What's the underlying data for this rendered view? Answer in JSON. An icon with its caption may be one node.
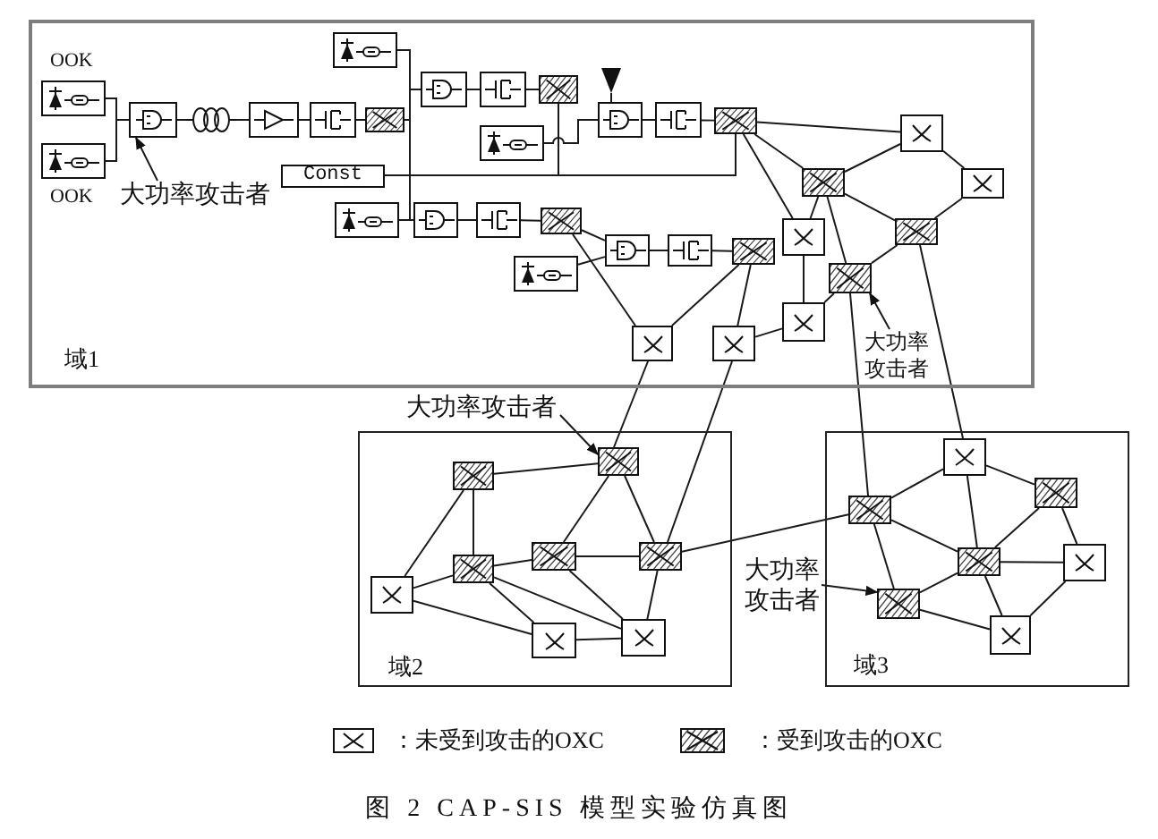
{
  "diagram": {
    "caption": "图 2 CAP-SIS 模型实验仿真图",
    "nodes": [
      {
        "text": [
          "域1"
        ]
      },
      {
        "text": [],
        "shape": "box",
        "in": 0,
        "beside": [
          "OOK"
        ]
      },
      {
        "text": [],
        "shape": "box",
        "in": 0,
        "beside": [
          "OOK"
        ]
      },
      {
        "text": [],
        "shape": "box",
        "in": 0
      },
      {
        "text": [],
        "shape": "coil",
        "in": 0
      },
      {
        "text": [],
        "shape": "box",
        "in": 0
      },
      {
        "text": [],
        "shape": "box",
        "in": 0
      },
      {
        "text": [],
        "shape": "box",
        "in": 0
      },
      {
        "text": [],
        "shape": "box",
        "in": 0
      },
      {
        "text": [],
        "shape": "box",
        "in": 0
      },
      {
        "text": [],
        "shape": "box",
        "in": 0
      },
      {
        "text": [],
        "shape": "box",
        "in": 0
      },
      {
        "text": [],
        "shape": "box",
        "in": 0
      },
      {
        "text": [
          "Const"
        ],
        "in": 0
      },
      {
        "text": [
          "大功率攻击者"
        ],
        "in": 0
      },
      {
        "text": [],
        "shape": "triangle",
        "in": 0
      },
      {
        "text": [],
        "shape": "box",
        "in": 0
      },
      {
        "text": [],
        "shape": "box",
        "in": 0
      },
      {
        "text": [],
        "shape": "box",
        "in": 0
      },
      {
        "text": [],
        "shape": "box",
        "in": 0
      },
      {
        "text": [],
        "shape": "box",
        "in": 0
      },
      {
        "text": [],
        "shape": "box",
        "in": 0
      },
      {
        "text": [],
        "shape": "box",
        "in": 0
      },
      {
        "text": [],
        "shape": "box",
        "in": 0
      },
      {
        "text": [],
        "shape": "box",
        "in": 0
      },
      {
        "text": [],
        "shape": "box",
        "in": 0
      },
      {
        "text": [],
        "shape": "box",
        "in": 0
      },
      {
        "text": [],
        "shape": "box",
        "in": 0
      },
      {
        "text": [],
        "shape": "box",
        "in": 0
      },
      {
        "text": [],
        "shape": "box",
        "in": 0
      },
      {
        "text": [],
        "shape": "box",
        "in": 0
      },
      {
        "text": [],
        "shape": "box",
        "in": 0
      },
      {
        "text": [],
        "shape": "box",
        "in": 0
      },
      {
        "text": [],
        "shape": "box",
        "in": 0
      },
      {
        "text": [],
        "shape": "box",
        "in": 0
      },
      {
        "text": [],
        "shape": "box",
        "in": 0
      },
      {
        "text": [
          "大功率攻击者"
        ],
        "in": 0
      },
      {
        "text": [
          "大功率攻击者"
        ]
      },
      {
        "text": [
          "域2"
        ]
      },
      {
        "text": [],
        "shape": "box",
        "in": 38
      },
      {
        "text": [],
        "shape": "box",
        "in": 38
      },
      {
        "text": [],
        "shape": "box",
        "in": 38
      },
      {
        "text": [],
        "shape": "box",
        "in": 38
      },
      {
        "text": [],
        "shape": "box",
        "in": 38
      },
      {
        "text": [],
        "shape": "box",
        "in": 38
      },
      {
        "text": [],
        "shape": "box",
        "in": 38
      },
      {
        "text": [],
        "shape": "box",
        "in": 38
      },
      {
        "text": [
          "大功率攻击者"
        ]
      },
      {
        "text": [
          "域3"
        ]
      },
      {
        "text": [],
        "shape": "box",
        "in": 48
      },
      {
        "text": [],
        "shape": "box",
        "in": 48
      },
      {
        "text": [],
        "shape": "box",
        "in": 48
      },
      {
        "text": [],
        "shape": "box",
        "in": 48
      },
      {
        "text": [],
        "shape": "box",
        "in": 48
      },
      {
        "text": [],
        "shape": "box",
        "in": 48
      },
      {
        "text": [],
        "shape": "box",
        "in": 48
      }
    ],
    "edges": [
      {
        "from": 1,
        "to": 3,
        "arrow": "none"
      },
      {
        "from": 2,
        "to": 3,
        "arrow": "none"
      },
      {
        "from": 3,
        "to": 4,
        "arrow": "none"
      },
      {
        "from": 4,
        "to": 5,
        "arrow": "none"
      },
      {
        "from": 5,
        "to": 6,
        "arrow": "none"
      },
      {
        "from": 6,
        "to": 7,
        "arrow": "none"
      },
      {
        "from": 8,
        "to": 9,
        "arrow": "none"
      },
      {
        "from": 7,
        "to": 9,
        "arrow": "none"
      },
      {
        "from": 7,
        "to": 20,
        "arrow": "none"
      },
      {
        "from": 19,
        "to": 20,
        "arrow": "none"
      },
      {
        "from": 9,
        "to": 10,
        "arrow": "none"
      },
      {
        "from": 10,
        "to": 11,
        "arrow": "none"
      },
      {
        "from": 11,
        "to": 18,
        "arrow": "none"
      },
      {
        "from": 13,
        "to": 18,
        "arrow": "none"
      },
      {
        "from": 12,
        "to": 16,
        "arrow": "none"
      },
      {
        "from": 15,
        "to": 16,
        "arrow": "none"
      },
      {
        "from": 16,
        "to": 17,
        "arrow": "none"
      },
      {
        "from": 17,
        "to": 18,
        "arrow": "none"
      },
      {
        "from": 20,
        "to": 21,
        "arrow": "none"
      },
      {
        "from": 21,
        "to": 22,
        "arrow": "none"
      },
      {
        "from": 22,
        "to": 24,
        "arrow": "none"
      },
      {
        "from": 23,
        "to": 24,
        "arrow": "none"
      },
      {
        "from": 22,
        "to": 34,
        "arrow": "none"
      },
      {
        "from": 24,
        "to": 25,
        "arrow": "none"
      },
      {
        "from": 25,
        "to": 26,
        "arrow": "none"
      },
      {
        "from": 26,
        "to": 34,
        "arrow": "none"
      },
      {
        "from": 26,
        "to": 35,
        "arrow": "none"
      },
      {
        "from": 18,
        "to": 27,
        "arrow": "none"
      },
      {
        "from": 18,
        "to": 29,
        "arrow": "none"
      },
      {
        "from": 18,
        "to": 31,
        "arrow": "none"
      },
      {
        "from": 29,
        "to": 27,
        "arrow": "none"
      },
      {
        "from": 29,
        "to": 30,
        "arrow": "none"
      },
      {
        "from": 29,
        "to": 31,
        "arrow": "none"
      },
      {
        "from": 29,
        "to": 32,
        "arrow": "none"
      },
      {
        "from": 31,
        "to": 33,
        "arrow": "none"
      },
      {
        "from": 35,
        "to": 33,
        "arrow": "none"
      },
      {
        "from": 33,
        "to": 32,
        "arrow": "none"
      },
      {
        "from": 27,
        "to": 28,
        "arrow": "none"
      },
      {
        "from": 28,
        "to": 30,
        "arrow": "none"
      },
      {
        "from": 30,
        "to": 32,
        "arrow": "none"
      },
      {
        "from": 14,
        "to": 3,
        "arrow": "to"
      },
      {
        "from": 36,
        "to": 32,
        "arrow": "to"
      },
      {
        "from": 32,
        "to": 51,
        "arrow": "none"
      },
      {
        "from": 30,
        "to": 49,
        "arrow": "none"
      },
      {
        "from": 34,
        "to": 40,
        "arrow": "none"
      },
      {
        "from": 35,
        "to": 43,
        "arrow": "none"
      },
      {
        "from": 43,
        "to": 51,
        "arrow": "none"
      },
      {
        "from": 37,
        "to": 40,
        "arrow": "to"
      },
      {
        "from": 47,
        "to": 54,
        "arrow": "to"
      },
      {
        "from": 39,
        "to": 40,
        "arrow": "none"
      },
      {
        "from": 39,
        "to": 41,
        "arrow": "none"
      },
      {
        "from": 39,
        "to": 44,
        "arrow": "none"
      },
      {
        "from": 40,
        "to": 42,
        "arrow": "none"
      },
      {
        "from": 40,
        "to": 43,
        "arrow": "none"
      },
      {
        "from": 41,
        "to": 42,
        "arrow": "none"
      },
      {
        "from": 42,
        "to": 43,
        "arrow": "none"
      },
      {
        "from": 41,
        "to": 44,
        "arrow": "none"
      },
      {
        "from": 41,
        "to": 45,
        "arrow": "none"
      },
      {
        "from": 41,
        "to": 46,
        "arrow": "none"
      },
      {
        "from": 42,
        "to": 46,
        "arrow": "none"
      },
      {
        "from": 44,
        "to": 45,
        "arrow": "none"
      },
      {
        "from": 45,
        "to": 46,
        "arrow": "none"
      },
      {
        "from": 43,
        "to": 46,
        "arrow": "none"
      },
      {
        "from": 49,
        "to": 51,
        "arrow": "none"
      },
      {
        "from": 49,
        "to": 50,
        "arrow": "none"
      },
      {
        "from": 49,
        "to": 52,
        "arrow": "none"
      },
      {
        "from": 51,
        "to": 52,
        "arrow": "none"
      },
      {
        "from": 51,
        "to": 54,
        "arrow": "none"
      },
      {
        "from": 50,
        "to": 52,
        "arrow": "none"
      },
      {
        "from": 50,
        "to": 53,
        "arrow": "none"
      },
      {
        "from": 52,
        "to": 53,
        "arrow": "none"
      },
      {
        "from": 52,
        "to": 54,
        "arrow": "none"
      },
      {
        "from": 52,
        "to": 55,
        "arrow": "none"
      },
      {
        "from": 54,
        "to": 55,
        "arrow": "none"
      },
      {
        "from": 53,
        "to": 55,
        "arrow": "none"
      }
    ],
    "legend": [
      {
        "text": "：未受到攻击的OXC"
      },
      {
        "text": "：受到攻击的OXC"
      }
    ]
  }
}
